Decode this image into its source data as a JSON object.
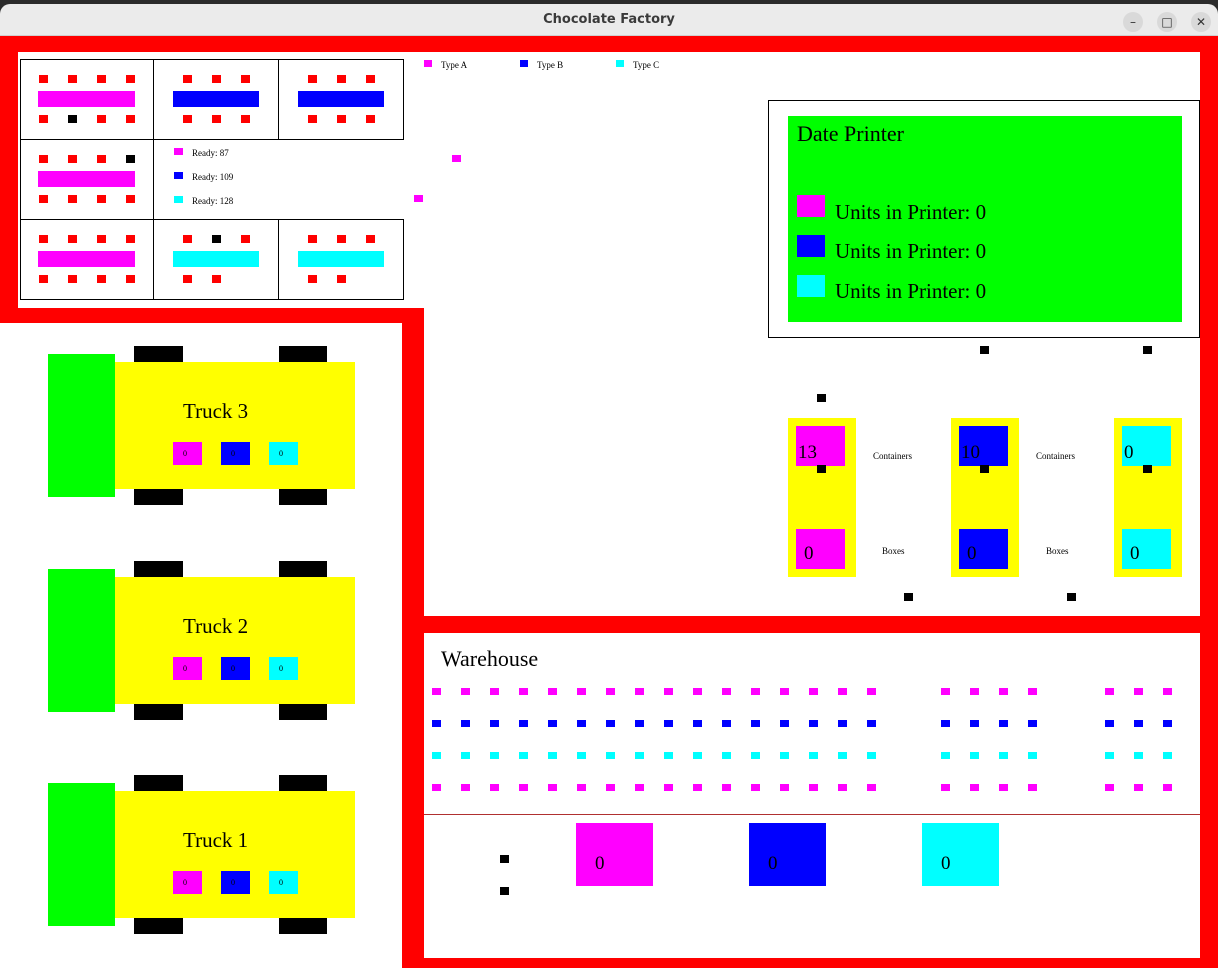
{
  "window": {
    "title": "Chocolate Factory",
    "minimize": "–",
    "maximize": "□",
    "close": "✕"
  },
  "legend": [
    {
      "label": "Type A",
      "color": "#ff00ff"
    },
    {
      "label": "Type B",
      "color": "#0000ff"
    },
    {
      "label": "Type C",
      "color": "#00ffff"
    }
  ],
  "ready": [
    {
      "label": "Ready: 87",
      "color": "#ff00ff"
    },
    {
      "label": "Ready: 109",
      "color": "#0000ff"
    },
    {
      "label": "Ready: 128",
      "color": "#00ffff"
    }
  ],
  "date_printer": {
    "title": "Date Printer",
    "rows": [
      {
        "label": "Units in Printer: 0",
        "color": "#ff00ff"
      },
      {
        "label": "Units in Printer: 0",
        "color": "#0000ff"
      },
      {
        "label": "Units in Printer: 0",
        "color": "#00ffff"
      }
    ]
  },
  "packaging": [
    {
      "color": "#ff00ff",
      "containers": "13",
      "boxes": "0"
    },
    {
      "color": "#0000ff",
      "containers": "10",
      "boxes": "0"
    },
    {
      "color": "#00ffff",
      "containers": "0",
      "boxes": "0"
    }
  ],
  "packaging_labels": {
    "containers": "Containers",
    "boxes": "Boxes"
  },
  "trucks": [
    {
      "name": "Truck 3",
      "loads": [
        "0",
        "0",
        "0"
      ]
    },
    {
      "name": "Truck 2",
      "loads": [
        "0",
        "0",
        "0"
      ]
    },
    {
      "name": "Truck 1",
      "loads": [
        "0",
        "0",
        "0"
      ]
    }
  ],
  "warehouse": {
    "title": "Warehouse",
    "totals": [
      {
        "value": "0",
        "color": "#ff00ff"
      },
      {
        "value": "0",
        "color": "#0000ff"
      },
      {
        "value": "0",
        "color": "#00ffff"
      }
    ]
  }
}
